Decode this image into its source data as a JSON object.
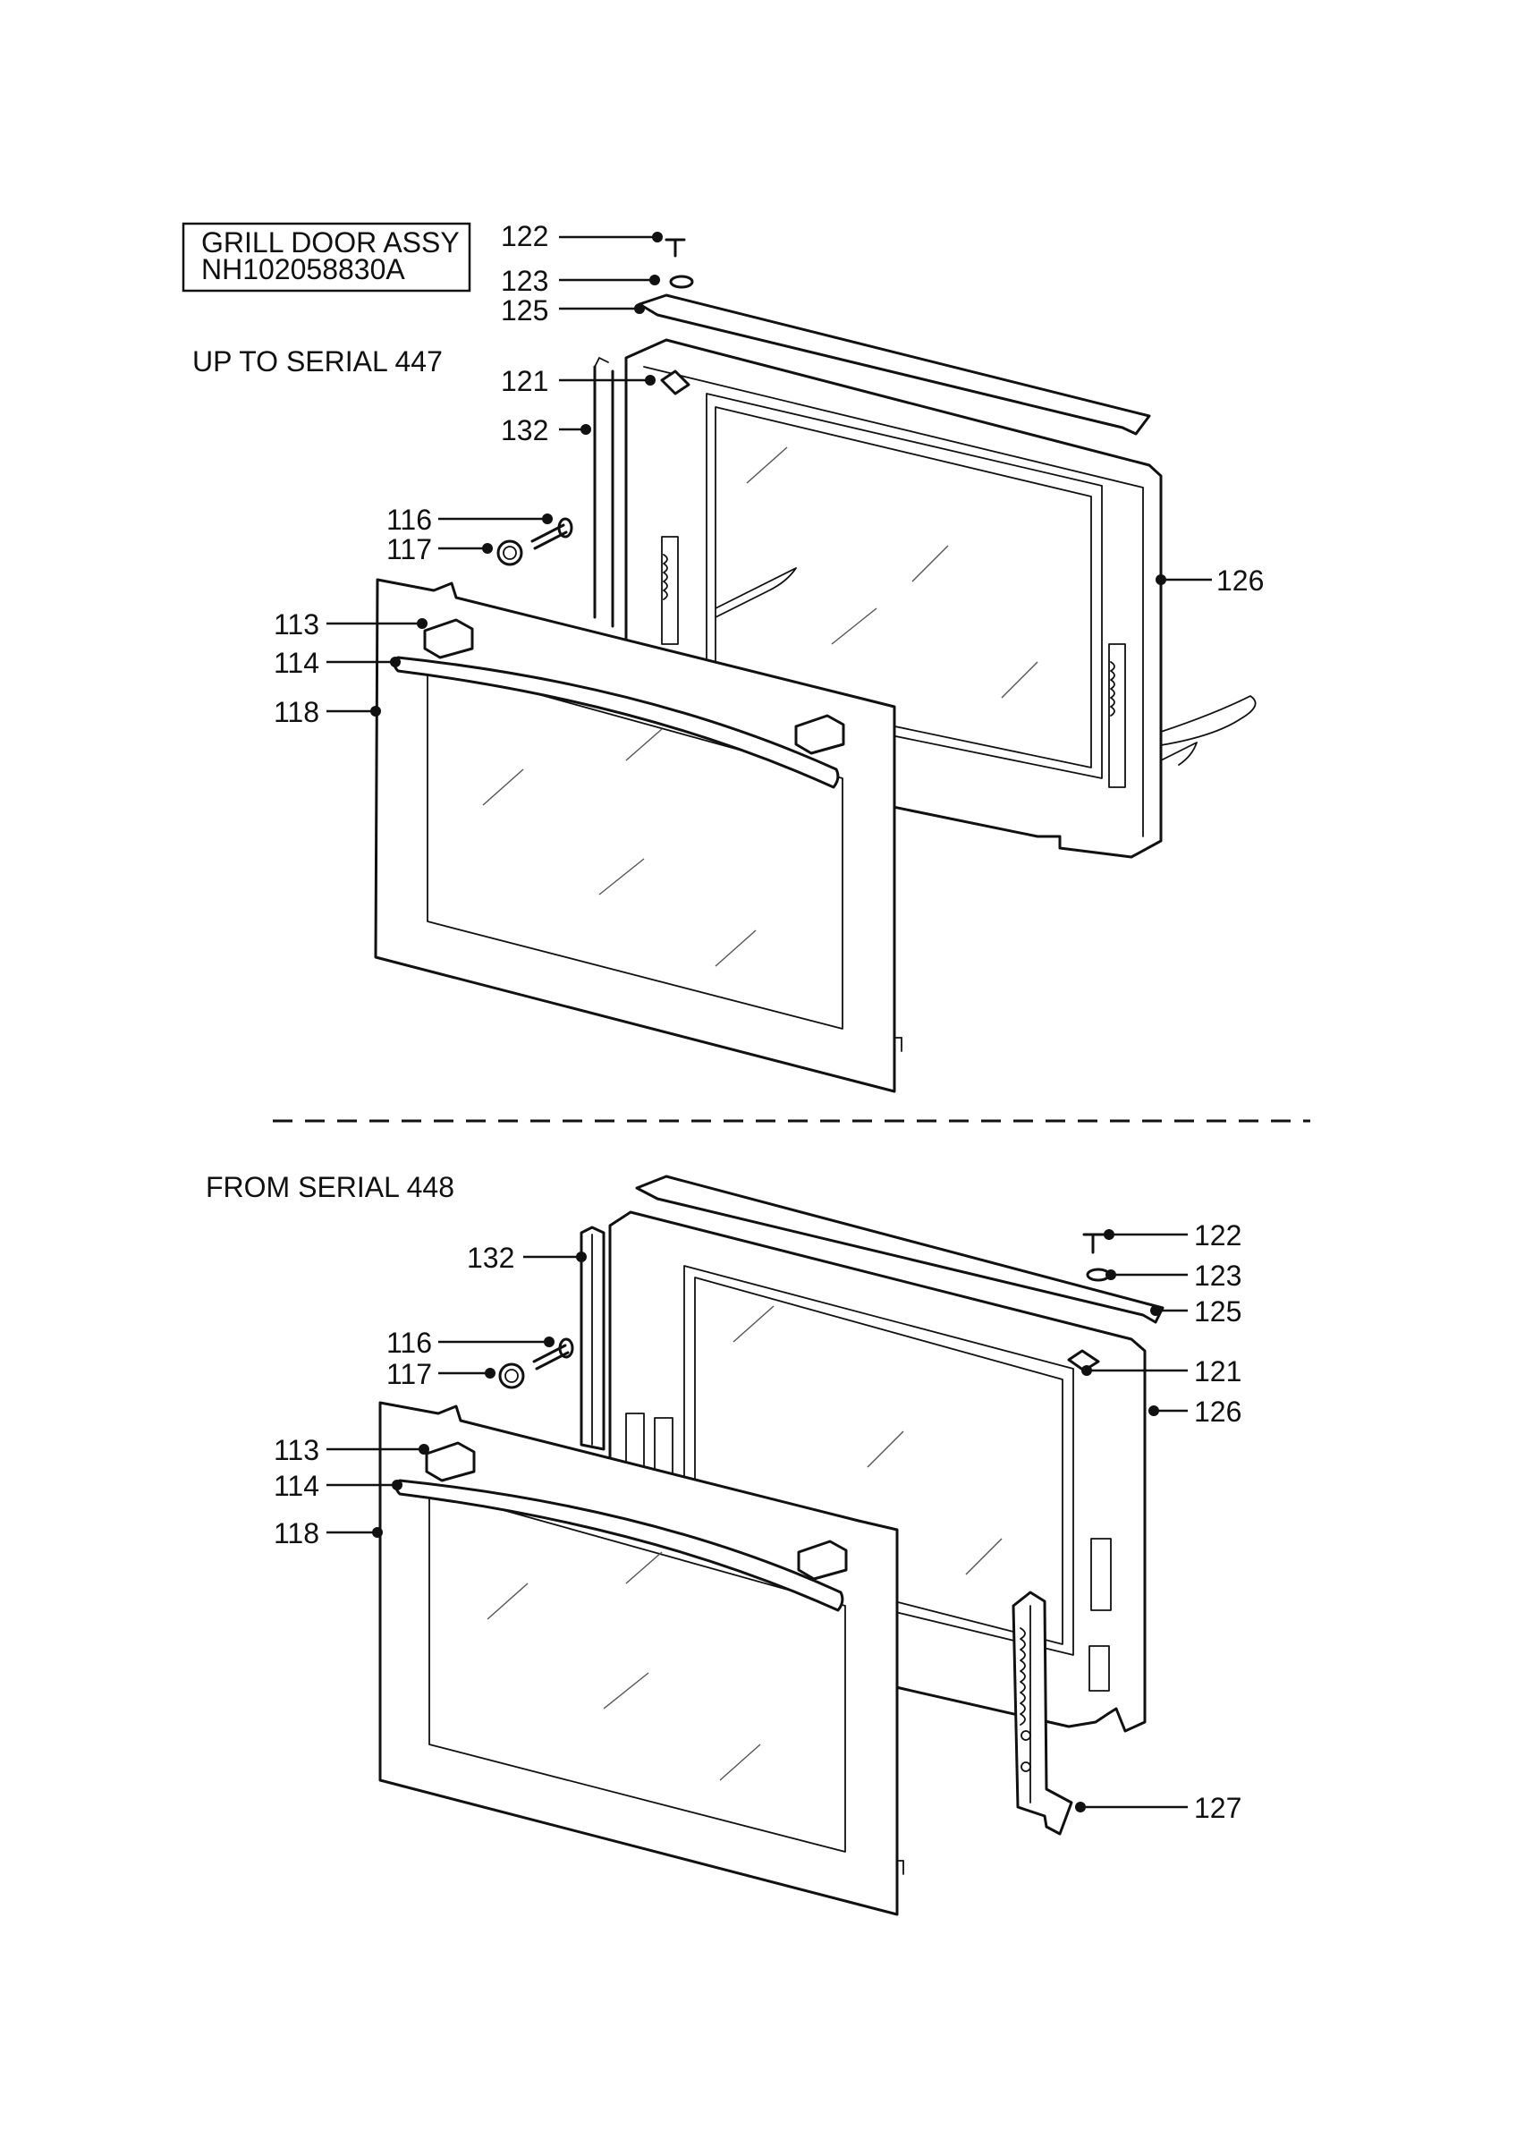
{
  "title_box": {
    "line1": "GRILL DOOR ASSY",
    "line2": "NH102058830A"
  },
  "sections": {
    "upper": {
      "caption": "UP TO SERIAL 447"
    },
    "lower": {
      "caption": "FROM SERIAL 448"
    }
  },
  "callouts_upper": [
    {
      "id": "u122",
      "label": "122"
    },
    {
      "id": "u123",
      "label": "123"
    },
    {
      "id": "u125",
      "label": "125"
    },
    {
      "id": "u121",
      "label": "121"
    },
    {
      "id": "u132",
      "label": "132"
    },
    {
      "id": "u116",
      "label": "116"
    },
    {
      "id": "u117",
      "label": "117"
    },
    {
      "id": "u113",
      "label": "113"
    },
    {
      "id": "u114",
      "label": "114"
    },
    {
      "id": "u118",
      "label": "118"
    },
    {
      "id": "u126",
      "label": "126"
    }
  ],
  "callouts_lower": [
    {
      "id": "l132",
      "label": "132"
    },
    {
      "id": "l116",
      "label": "116"
    },
    {
      "id": "l117",
      "label": "117"
    },
    {
      "id": "l113",
      "label": "113"
    },
    {
      "id": "l114",
      "label": "114"
    },
    {
      "id": "l118",
      "label": "118"
    },
    {
      "id": "l122",
      "label": "122"
    },
    {
      "id": "l123",
      "label": "123"
    },
    {
      "id": "l125",
      "label": "125"
    },
    {
      "id": "l121",
      "label": "121"
    },
    {
      "id": "l126",
      "label": "126"
    },
    {
      "id": "l127",
      "label": "127"
    }
  ]
}
